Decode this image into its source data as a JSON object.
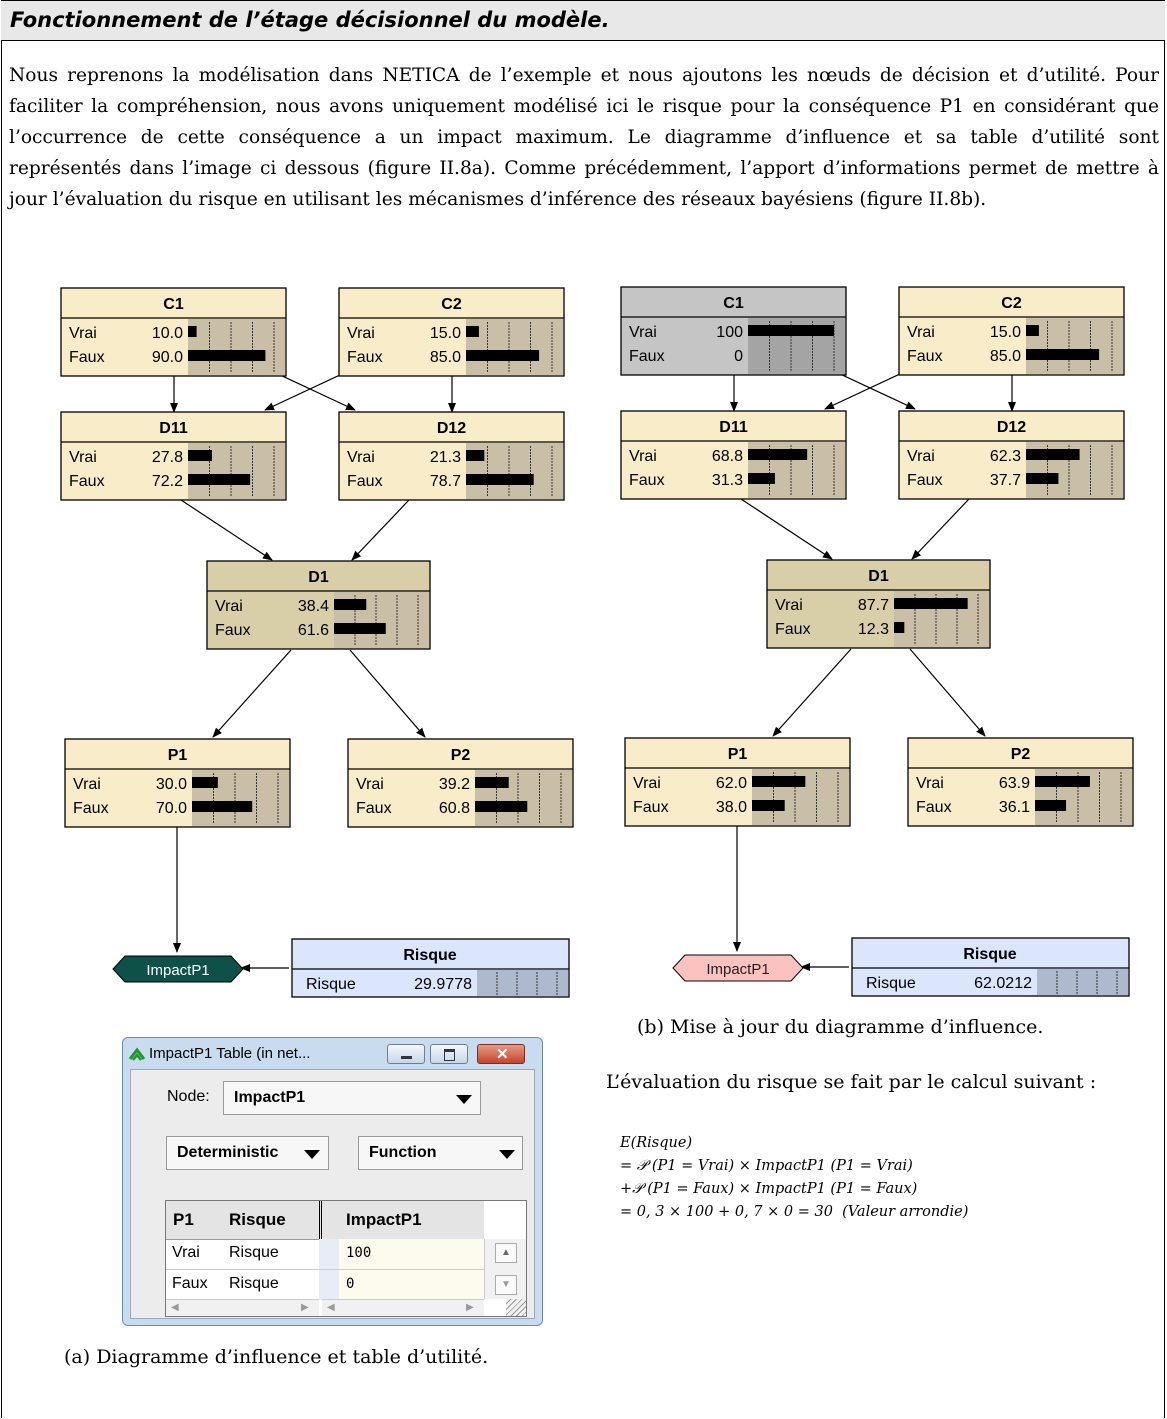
{
  "section_title": "Fonctionnement de l’étage décisionnel du modèle.",
  "paragraph": "Nous reprenons la modélisation dans NETICA de l’exemple et nous ajoutons les nœuds de décision et d’utilité. Pour faciliter la compréhension, nous avons uniquement modélisé ici le risque pour la conséquence P1 en considérant que l’occurrence de cette conséquence a un impact maximum. Le diagramme d’influence et sa table d’utilité sont représentés dans l’image ci dessous (figure II.8a). Comme précédemment, l’apport d’informations permet de mettre à jour l’évaluation du risque en utilisant les mécanismes d’inférence des réseaux bayésiens (figure II.8b).",
  "diagram_a": {
    "nodes": {
      "C1": {
        "title": "C1",
        "vrai": "10.0",
        "faux": "90.0",
        "vrai_pct": 10.0,
        "faux_pct": 90.0
      },
      "C2": {
        "title": "C2",
        "vrai": "15.0",
        "faux": "85.0",
        "vrai_pct": 15.0,
        "faux_pct": 85.0
      },
      "D11": {
        "title": "D11",
        "vrai": "27.8",
        "faux": "72.2",
        "vrai_pct": 27.8,
        "faux_pct": 72.2
      },
      "D12": {
        "title": "D12",
        "vrai": "21.3",
        "faux": "78.7",
        "vrai_pct": 21.3,
        "faux_pct": 78.7
      },
      "D1": {
        "title": "D1",
        "vrai": "38.4",
        "faux": "61.6",
        "vrai_pct": 38.4,
        "faux_pct": 61.6
      },
      "P1": {
        "title": "P1",
        "vrai": "30.0",
        "faux": "70.0",
        "vrai_pct": 30.0,
        "faux_pct": 70.0
      },
      "P2": {
        "title": "P2",
        "vrai": "39.2",
        "faux": "60.8",
        "vrai_pct": 39.2,
        "faux_pct": 60.8
      }
    },
    "risk": {
      "title": "Risque",
      "label": "Risque",
      "value": "29.9778"
    },
    "impact": {
      "label": "ImpactP1"
    }
  },
  "diagram_b": {
    "nodes": {
      "C1": {
        "title": "C1",
        "vrai": "100",
        "faux": "0",
        "vrai_pct": 100,
        "faux_pct": 0
      },
      "C2": {
        "title": "C2",
        "vrai": "15.0",
        "faux": "85.0",
        "vrai_pct": 15.0,
        "faux_pct": 85.0
      },
      "D11": {
        "title": "D11",
        "vrai": "68.8",
        "faux": "31.3",
        "vrai_pct": 68.8,
        "faux_pct": 31.3
      },
      "D12": {
        "title": "D12",
        "vrai": "62.3",
        "faux": "37.7",
        "vrai_pct": 62.3,
        "faux_pct": 37.7
      },
      "D1": {
        "title": "D1",
        "vrai": "87.7",
        "faux": "12.3",
        "vrai_pct": 87.7,
        "faux_pct": 12.3
      },
      "P1": {
        "title": "P1",
        "vrai": "62.0",
        "faux": "38.0",
        "vrai_pct": 62.0,
        "faux_pct": 38.0
      },
      "P2": {
        "title": "P2",
        "vrai": "63.9",
        "faux": "36.1",
        "vrai_pct": 63.9,
        "faux_pct": 36.1
      }
    },
    "risk": {
      "title": "Risque",
      "label": "Risque",
      "value": "62.0212"
    },
    "impact": {
      "label": "ImpactP1"
    }
  },
  "row_labels": {
    "vrai": "Vrai",
    "faux": "Faux"
  },
  "dialog": {
    "title": "ImpactP1 Table (in net...",
    "node_label": "Node:",
    "node_value": "ImpactP1",
    "type_value": "Deterministic",
    "mode_value": "Function",
    "table": {
      "headers": [
        "P1",
        "Risque",
        "ImpactP1"
      ],
      "rows": [
        [
          "Vrai",
          "Risque",
          "100"
        ],
        [
          "Faux",
          "Risque",
          "0"
        ]
      ]
    }
  },
  "caption_a": "(a) Diagramme d’influence et table d’utilité.",
  "caption_b": "(b) Mise à jour du diagramme d’influence.",
  "calc_intro": "L’évaluation du risque se fait par le calcul suivant :",
  "equation": [
    "E(Risque)",
    "= 𝒫 (P1 = Vrai) × ImpactP1 (P1 = Vrai)",
    "+𝒫 (P1 = Faux) × ImpactP1 (P1 = Faux)",
    "= 0, 3 × 100 + 0, 7 × 0 = 30  (Valeur arrondie)"
  ],
  "colors": {
    "node_fill": "#f8ecc9",
    "node_fill_dark": "#d8cfa8",
    "node_grey": "#c5c5c5",
    "bar_bg": "#c8bfa6",
    "bar_bg_grey": "#a4a4a4",
    "risk_fill": "#dbe5fb",
    "risk_bar_bg": "#aeb9cd",
    "impact_dark": "#0d5148",
    "impact_light": "#fbc3bf"
  }
}
